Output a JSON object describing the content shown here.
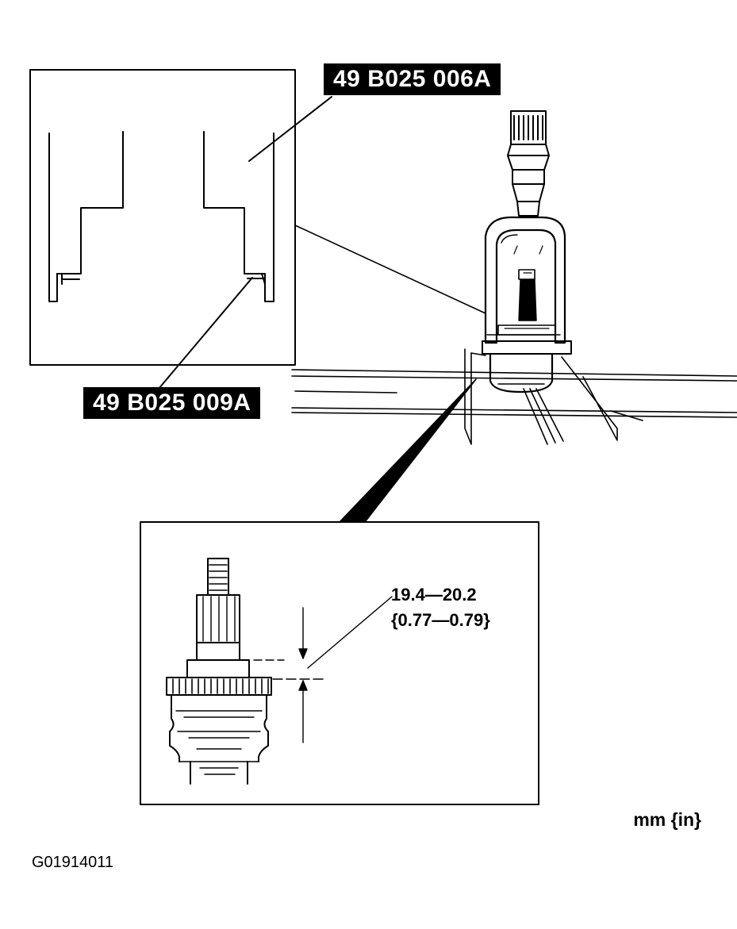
{
  "labels": {
    "tool_top": "49 B025 006A",
    "tool_bottom": "49 B025 009A"
  },
  "dimension": {
    "mm": "19.4—20.2",
    "inch": "{0.77—0.79}"
  },
  "unit": "mm {in}",
  "figure_id": "G01914011"
}
